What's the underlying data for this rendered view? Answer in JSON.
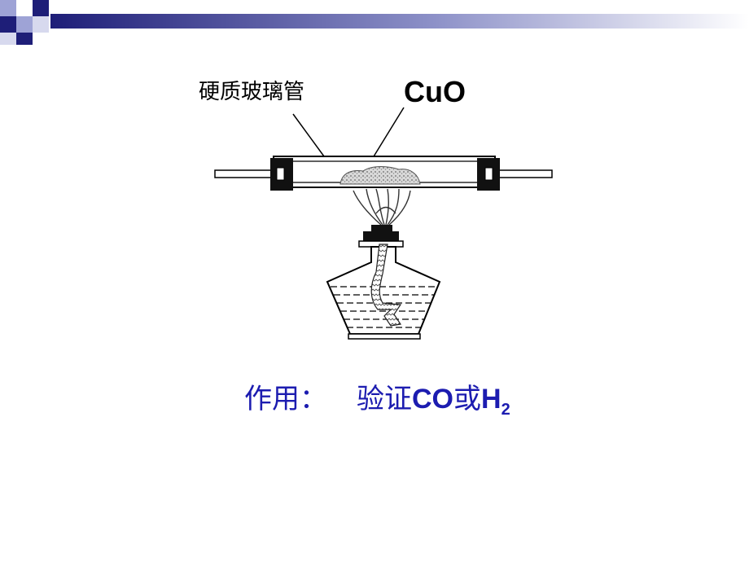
{
  "labels": {
    "tube": "硬质玻璃管",
    "reagent": "CuO"
  },
  "caption": {
    "prefix": "作用：",
    "verb": "验证",
    "species_a": "CO",
    "conjunction": "或",
    "species_b": "H",
    "subscript": "2"
  },
  "colors": {
    "caption": "#1c1cb0",
    "deco_dark": "#1e1e78",
    "deco_light": "#9ea3d6"
  }
}
